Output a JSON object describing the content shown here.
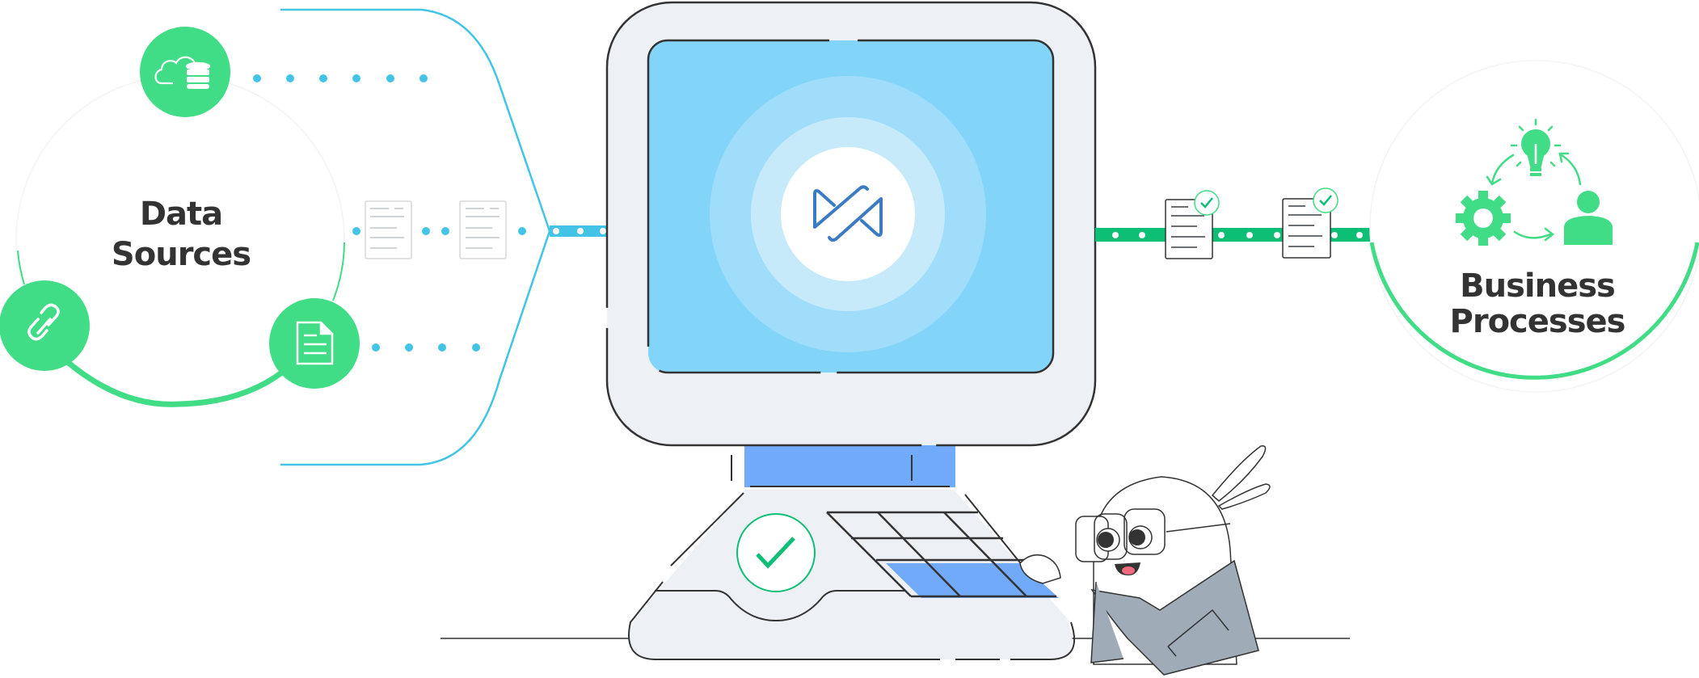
{
  "diagram": {
    "title": "Data Sources to Business Processes integration",
    "colors": {
      "green": "#41DC86",
      "green_dark": "#0DBF74",
      "blue_line": "#43C4E6",
      "screen_blue": "#82D4F9",
      "ring_outer": "#A0DDFA",
      "ring_middle": "#C7EAFB",
      "logo_blue": "#3B7BC4",
      "monitor_body": "#EDF0F4",
      "accent_blue": "#70AAF9",
      "outline": "#333333",
      "mascot_shirt": "#A0ABB8",
      "mouth_pink": "#F26A7E"
    }
  },
  "data_sources": {
    "label_line1": "Data",
    "label_line2": "Sources",
    "nodes": [
      {
        "id": "cloud-database",
        "icon": "cloud-database-icon"
      },
      {
        "id": "link",
        "icon": "link-icon"
      },
      {
        "id": "document",
        "icon": "document-icon"
      }
    ]
  },
  "central_system": {
    "device": "monitor",
    "logo": "brand-logo-icon",
    "status_icon": "checkmark-icon",
    "keypad": {
      "rows": 3,
      "cols": 3
    }
  },
  "output_documents": [
    {
      "status": "approved",
      "icon": "check-circle-icon"
    },
    {
      "status": "approved",
      "icon": "check-circle-icon"
    }
  ],
  "business_processes": {
    "label_line1": "Business",
    "label_line2": "Processes",
    "cycle_icons": [
      "lightbulb-icon",
      "gear-icon",
      "person-icon"
    ]
  },
  "mascot": {
    "description": "character with glasses pointing at keypad",
    "icon": "mascot-icon"
  }
}
